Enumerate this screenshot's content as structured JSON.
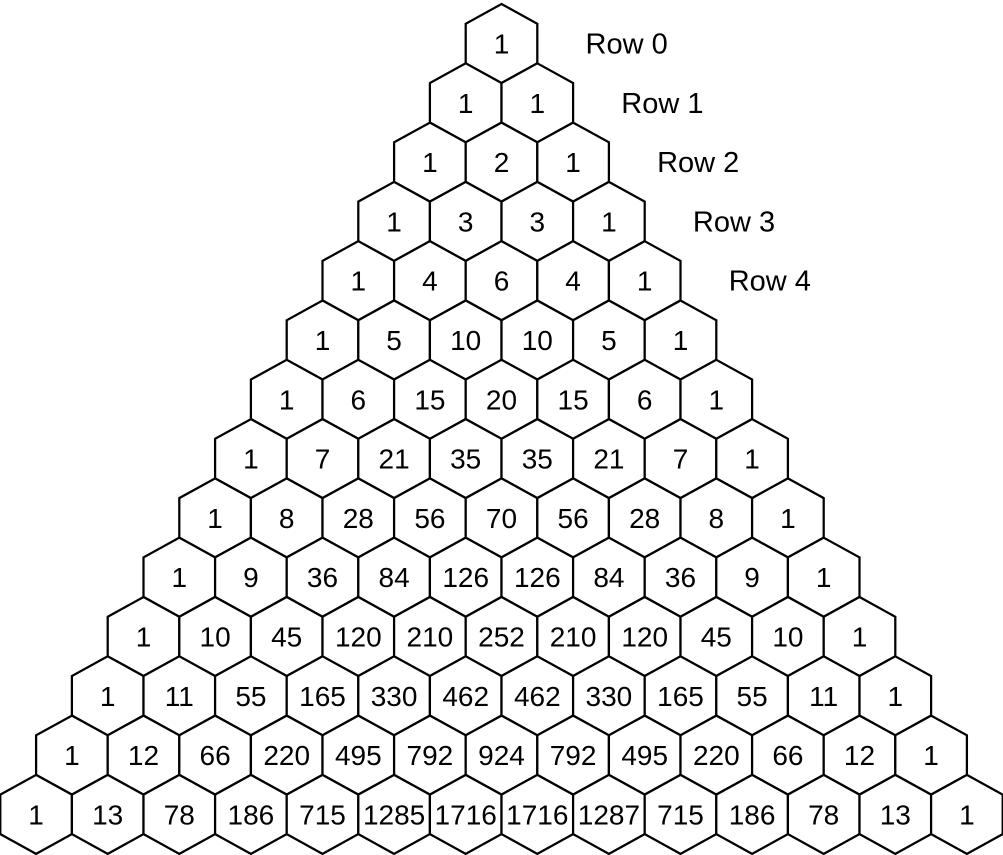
{
  "triangle": {
    "rows": [
      {
        "label": "Row 0",
        "values": [
          "1"
        ]
      },
      {
        "label": "Row 1",
        "values": [
          "1",
          "1"
        ]
      },
      {
        "label": "Row 2",
        "values": [
          "1",
          "2",
          "1"
        ]
      },
      {
        "label": "Row 3",
        "values": [
          "1",
          "3",
          "3",
          "1"
        ]
      },
      {
        "label": "Row 4",
        "values": [
          "1",
          "4",
          "6",
          "4",
          "1"
        ]
      },
      {
        "label": "",
        "values": [
          "1",
          "5",
          "10",
          "10",
          "5",
          "1"
        ]
      },
      {
        "label": "",
        "values": [
          "1",
          "6",
          "15",
          "20",
          "15",
          "6",
          "1"
        ]
      },
      {
        "label": "",
        "values": [
          "1",
          "7",
          "21",
          "35",
          "35",
          "21",
          "7",
          "1"
        ]
      },
      {
        "label": "",
        "values": [
          "1",
          "8",
          "28",
          "56",
          "70",
          "56",
          "28",
          "8",
          "1"
        ]
      },
      {
        "label": "",
        "values": [
          "1",
          "9",
          "36",
          "84",
          "126",
          "126",
          "84",
          "36",
          "9",
          "1"
        ]
      },
      {
        "label": "",
        "values": [
          "1",
          "10",
          "45",
          "120",
          "210",
          "252",
          "210",
          "120",
          "45",
          "10",
          "1"
        ]
      },
      {
        "label": "",
        "values": [
          "1",
          "11",
          "55",
          "165",
          "330",
          "462",
          "462",
          "330",
          "165",
          "55",
          "11",
          "1"
        ]
      },
      {
        "label": "",
        "values": [
          "1",
          "12",
          "66",
          "220",
          "495",
          "792",
          "924",
          "792",
          "495",
          "220",
          "66",
          "12",
          "1"
        ]
      },
      {
        "label": "",
        "values": [
          "1",
          "13",
          "78",
          "186",
          "715",
          "1285",
          "1716",
          "1716",
          "1287",
          "715",
          "186",
          "78",
          "13",
          "1"
        ]
      }
    ],
    "colors": {
      "background": "#ffffff",
      "hex_fill": "#ffffff",
      "hex_stroke": "#000000",
      "text": "#000000"
    }
  }
}
